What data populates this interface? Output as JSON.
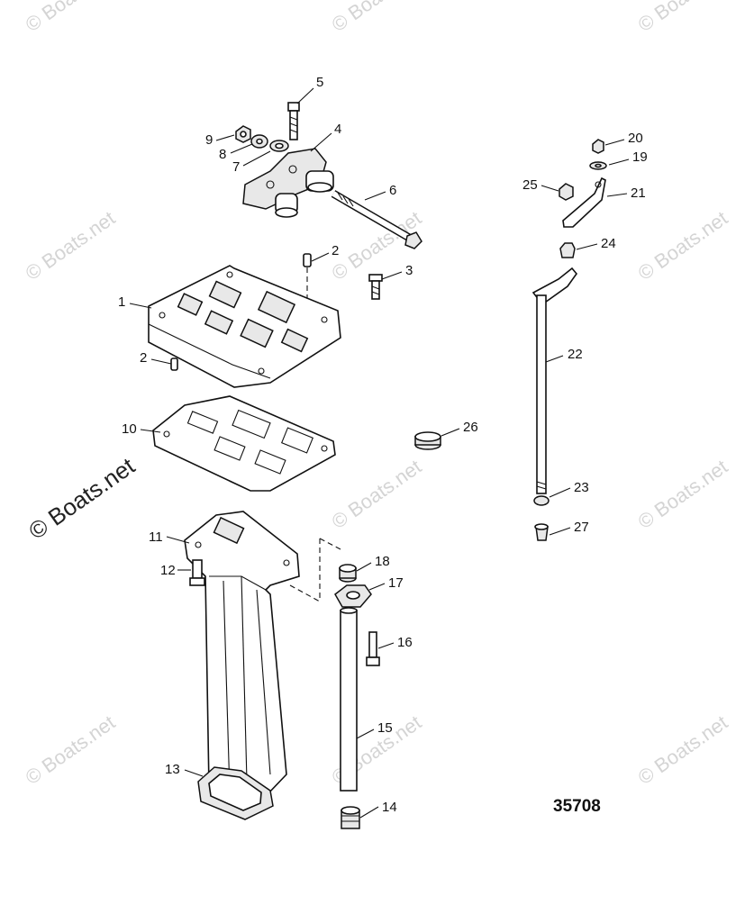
{
  "figure_number": "35708",
  "watermark": {
    "faint_text": "© Boats.net",
    "bold_text": "© Boats.net"
  },
  "callouts": {
    "c1": "1",
    "c2a": "2",
    "c2b": "2",
    "c3": "3",
    "c4": "4",
    "c5": "5",
    "c6": "6",
    "c7": "7",
    "c8": "8",
    "c9": "9",
    "c10": "10",
    "c11": "11",
    "c12": "12",
    "c13": "13",
    "c14": "14",
    "c15": "15",
    "c16": "16",
    "c17": "17",
    "c18": "18",
    "c19": "19",
    "c20": "20",
    "c21": "21",
    "c22": "22",
    "c23": "23",
    "c24": "24",
    "c25": "25",
    "c26": "26",
    "c27": "27"
  }
}
